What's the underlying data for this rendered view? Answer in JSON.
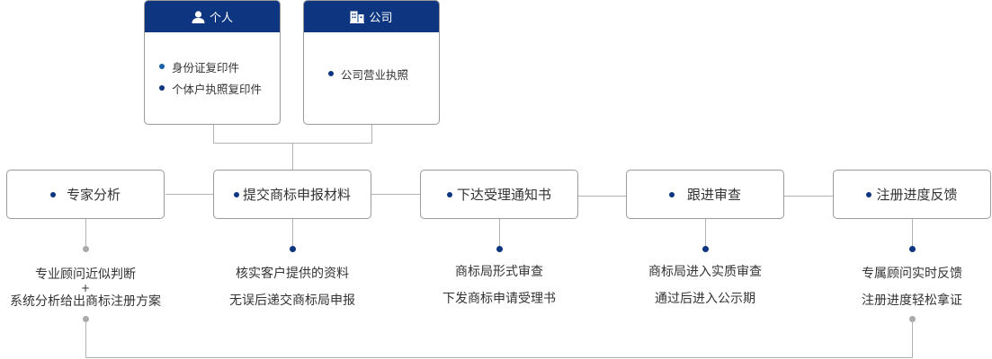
{
  "documents": {
    "personal": {
      "title": "个人",
      "icon": "person-icon",
      "items": [
        "身份证复印件",
        "个体户执照复印件"
      ]
    },
    "company": {
      "title": "公司",
      "icon": "building-icon",
      "items": [
        "公司营业执照"
      ]
    }
  },
  "steps": [
    {
      "label": "专家分析",
      "desc": [
        "专业顾问近似判断",
        "+",
        "系统分析给出商标注册方案"
      ]
    },
    {
      "label": "提交商标申报材料",
      "desc": [
        "核实客户提供的资料",
        "无误后递交商标局申报"
      ]
    },
    {
      "label": "下达受理通知书",
      "desc": [
        "商标局形式审查",
        "下发商标申请受理书"
      ]
    },
    {
      "label": "跟进审查",
      "desc": [
        "商标局进入实质审查",
        "通过后进入公示期"
      ]
    },
    {
      "label": "注册进度反馈",
      "desc": [
        "专属顾问实时反馈",
        "注册进度轻松拿证"
      ]
    }
  ],
  "colors": {
    "brand": "#0e3680",
    "line": "#b3b3b3",
    "node_grey": "#aaaaaa"
  }
}
